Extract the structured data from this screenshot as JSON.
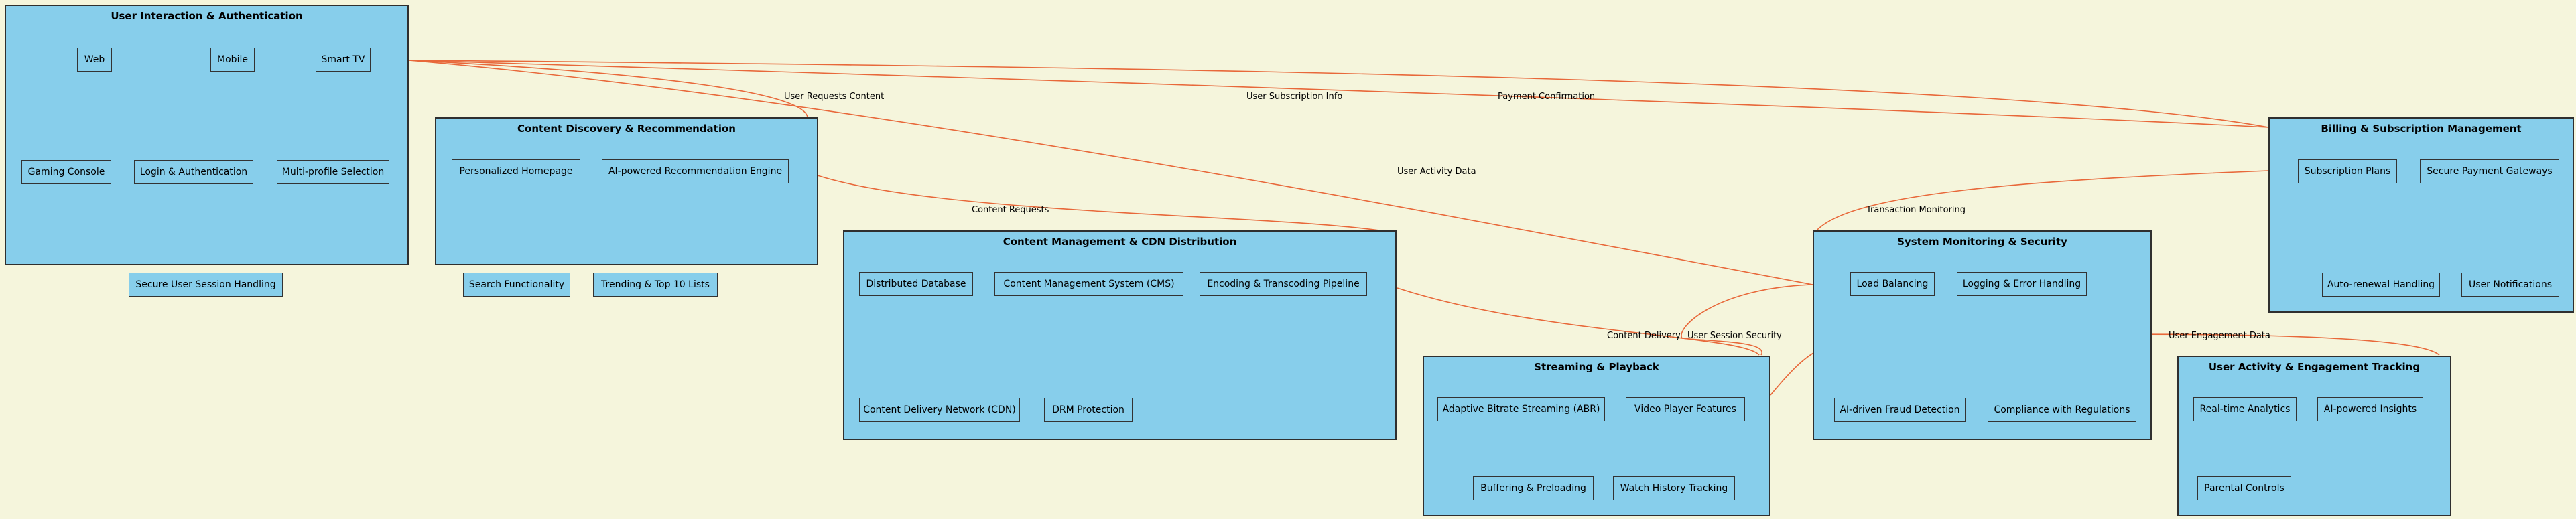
{
  "colors": {
    "background": "#f5f5dc",
    "cluster_fill": "#87ceeb",
    "border": "#2f2f2f",
    "edge": "#e8683a"
  },
  "clusters": {
    "user_interaction": {
      "title": "User Interaction & Authentication",
      "nodes": [
        "Web",
        "Mobile",
        "Smart TV",
        "Gaming Console",
        "Login & Authentication",
        "Multi-profile Selection",
        "Secure User Session Handling"
      ]
    },
    "content_discovery": {
      "title": "Content Discovery & Recommendation",
      "nodes": [
        "Personalized Homepage",
        "AI-powered Recommendation Engine",
        "Search Functionality",
        "Trending & Top 10 Lists"
      ]
    },
    "content_management": {
      "title": "Content Management & CDN Distribution",
      "nodes": [
        "Distributed Database",
        "Content Management System (CMS)",
        "Encoding & Transcoding Pipeline",
        "Content Delivery Network (CDN)",
        "DRM Protection"
      ]
    },
    "streaming": {
      "title": "Streaming & Playback",
      "nodes": [
        "Adaptive Bitrate Streaming (ABR)",
        "Video Player Features",
        "Buffering & Preloading",
        "Watch History Tracking"
      ]
    },
    "monitoring": {
      "title": "System Monitoring & Security",
      "nodes": [
        "Load Balancing",
        "Logging & Error Handling",
        "AI-driven Fraud Detection",
        "Compliance with Regulations"
      ]
    },
    "billing": {
      "title": "Billing & Subscription Management",
      "nodes": [
        "Subscription Plans",
        "Secure Payment Gateways",
        "Auto-renewal Handling",
        "User Notifications"
      ]
    },
    "activity": {
      "title": "User Activity & Engagement Tracking",
      "nodes": [
        "Real-time Analytics",
        "AI-powered Insights",
        "Parental Controls"
      ]
    }
  },
  "edges": [
    {
      "id": "user-requests-content",
      "label": "User Requests Content"
    },
    {
      "id": "user-subscription-info",
      "label": "User Subscription Info"
    },
    {
      "id": "payment-confirmation",
      "label": "Payment Confirmation"
    },
    {
      "id": "user-activity-data",
      "label": "User Activity Data"
    },
    {
      "id": "content-requests",
      "label": "Content Requests"
    },
    {
      "id": "transaction-monitoring",
      "label": "Transaction Monitoring"
    },
    {
      "id": "content-delivery",
      "label": "Content Delivery"
    },
    {
      "id": "user-session-security",
      "label": "User Session Security"
    },
    {
      "id": "user-engagement-data",
      "label": "User Engagement Data"
    }
  ]
}
